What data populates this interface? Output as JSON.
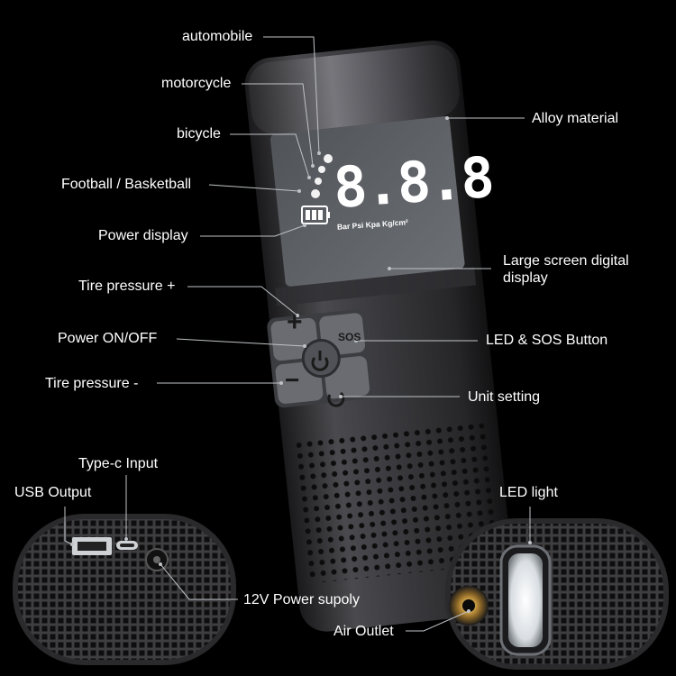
{
  "labels": {
    "automobile": "automobile",
    "motorcycle": "motorcycle",
    "bicycle": "bicycle",
    "ball": "Football / Basketball",
    "power_display": "Power display",
    "tire_plus": "Tire pressure +",
    "power_onoff": "Power ON/OFF",
    "tire_minus": "Tire pressure -",
    "alloy": "Alloy material",
    "large_screen_1": "Large screen digital",
    "large_screen_2": "display",
    "led_sos": "LED & SOS Button",
    "unit_setting": "Unit setting",
    "typec": "Type-c Input",
    "usb": "USB Output",
    "power_supply": "12V Power supoly",
    "led_light": "LED light",
    "air_outlet": "Air Outlet"
  },
  "screen": {
    "digits": "8.8.8",
    "units": "Bar Psi Kpa Kg/cm²"
  },
  "buttons": {
    "plus": "+",
    "minus": "−",
    "sos": "SOS"
  },
  "colors": {
    "background": "#000000",
    "body": "#2b2b2d",
    "screen": "#d9dde0",
    "text": "#ffffff",
    "leader": "#bfc3c7"
  }
}
